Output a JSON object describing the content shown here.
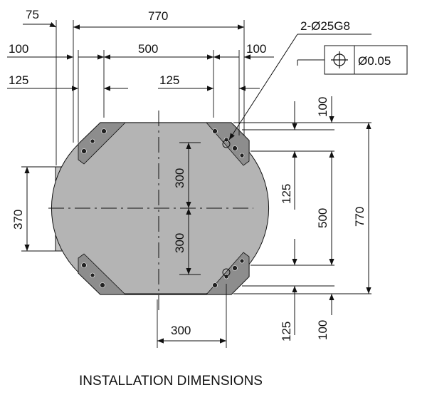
{
  "diagram": {
    "caption": "INSTALLATION DIMENSIONS",
    "top_dimensions": {
      "d75": "75",
      "d770": "770",
      "d100_left": "100",
      "d500": "500",
      "d100_right": "100",
      "d125_left": "125",
      "d125_right": "125"
    },
    "callout": {
      "hole_spec": "2-Ø25G8",
      "tolerance": "Ø0.05",
      "symbol": "position-icon"
    },
    "right_dimensions": {
      "d100_top": "100",
      "d125_top": "125",
      "d500": "500",
      "d770": "770",
      "d125_bottom": "125",
      "d100_bottom": "100"
    },
    "left_dimensions": {
      "d370": "370"
    },
    "inner_dimensions": {
      "d300_upper": "300",
      "d300_lower": "300"
    },
    "bottom_dimensions": {
      "d300": "300"
    },
    "colors": {
      "body_fill": "#c4c4c4",
      "line": "#111111"
    }
  }
}
